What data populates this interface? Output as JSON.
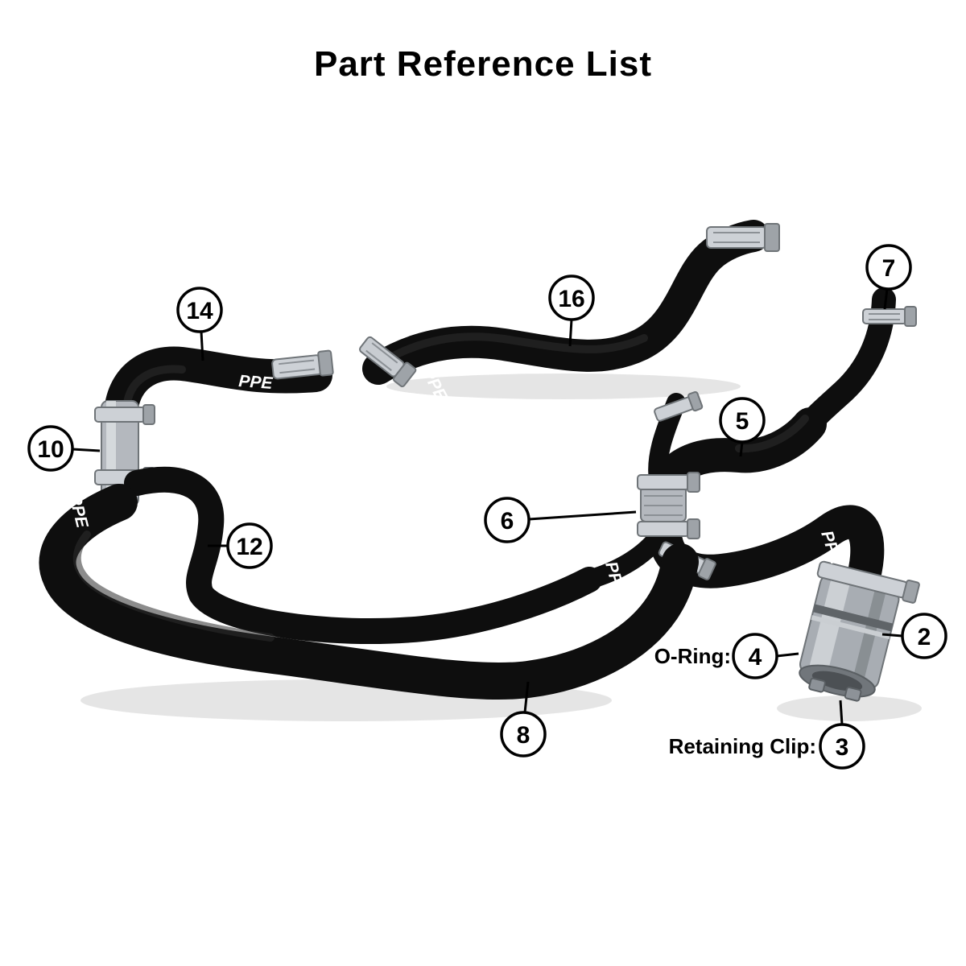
{
  "title": "Part Reference List",
  "brand_logo_text": "PPE",
  "callouts": [
    {
      "number": "14",
      "label": ""
    },
    {
      "number": "10",
      "label": ""
    },
    {
      "number": "12",
      "label": ""
    },
    {
      "number": "16",
      "label": ""
    },
    {
      "number": "7",
      "label": ""
    },
    {
      "number": "5",
      "label": ""
    },
    {
      "number": "6",
      "label": ""
    },
    {
      "number": "8",
      "label": ""
    },
    {
      "number": "2",
      "label": ""
    },
    {
      "number": "4",
      "label": "O-Ring:"
    },
    {
      "number": "3",
      "label": "Retaining Clip:"
    }
  ]
}
